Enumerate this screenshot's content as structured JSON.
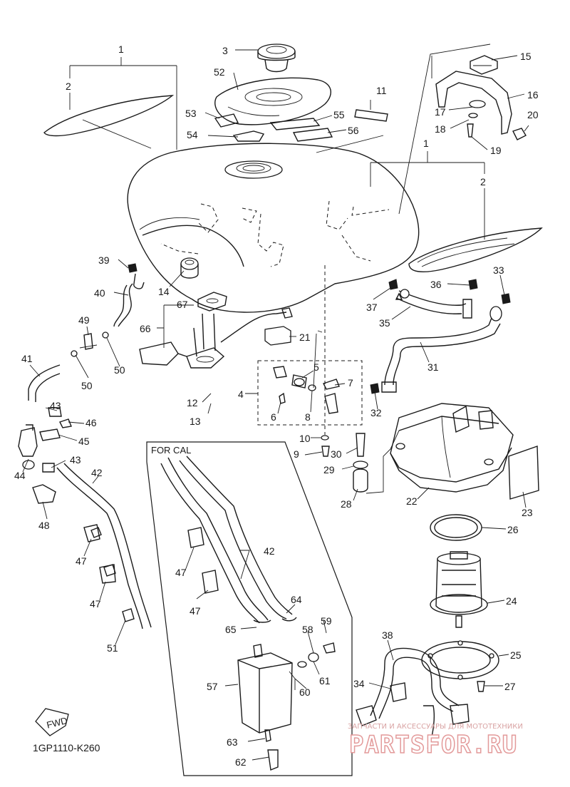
{
  "diagram": {
    "part_code": "1GP1110-K260",
    "for_cal_label": "FOR CAL",
    "fwd_label": "FWD",
    "watermark": {
      "top_text": "ЗАПЧАСТИ И АКСЕССУАРЫ ДЛЯ МОТОТЕХНИКИ",
      "brand_text": "PARTSFOR.RU",
      "color": "#e39a9a"
    },
    "callouts": [
      "1",
      "2",
      "3",
      "52",
      "53",
      "54",
      "55",
      "56",
      "11",
      "15",
      "16",
      "17",
      "18",
      "19",
      "20",
      "1",
      "2",
      "39",
      "14",
      "40",
      "67",
      "66",
      "21",
      "49",
      "50",
      "41",
      "50",
      "12",
      "13",
      "5",
      "7",
      "4",
      "6",
      "8",
      "32",
      "31",
      "35",
      "37",
      "36",
      "33",
      "43",
      "46",
      "45",
      "44",
      "43",
      "42",
      "48",
      "47",
      "47",
      "51",
      "10",
      "9",
      "30",
      "29",
      "28",
      "22",
      "23",
      "26",
      "24",
      "25",
      "27",
      "42",
      "47",
      "47",
      "64",
      "65",
      "58",
      "59",
      "57",
      "60",
      "61",
      "63",
      "62",
      "38",
      "34"
    ]
  }
}
